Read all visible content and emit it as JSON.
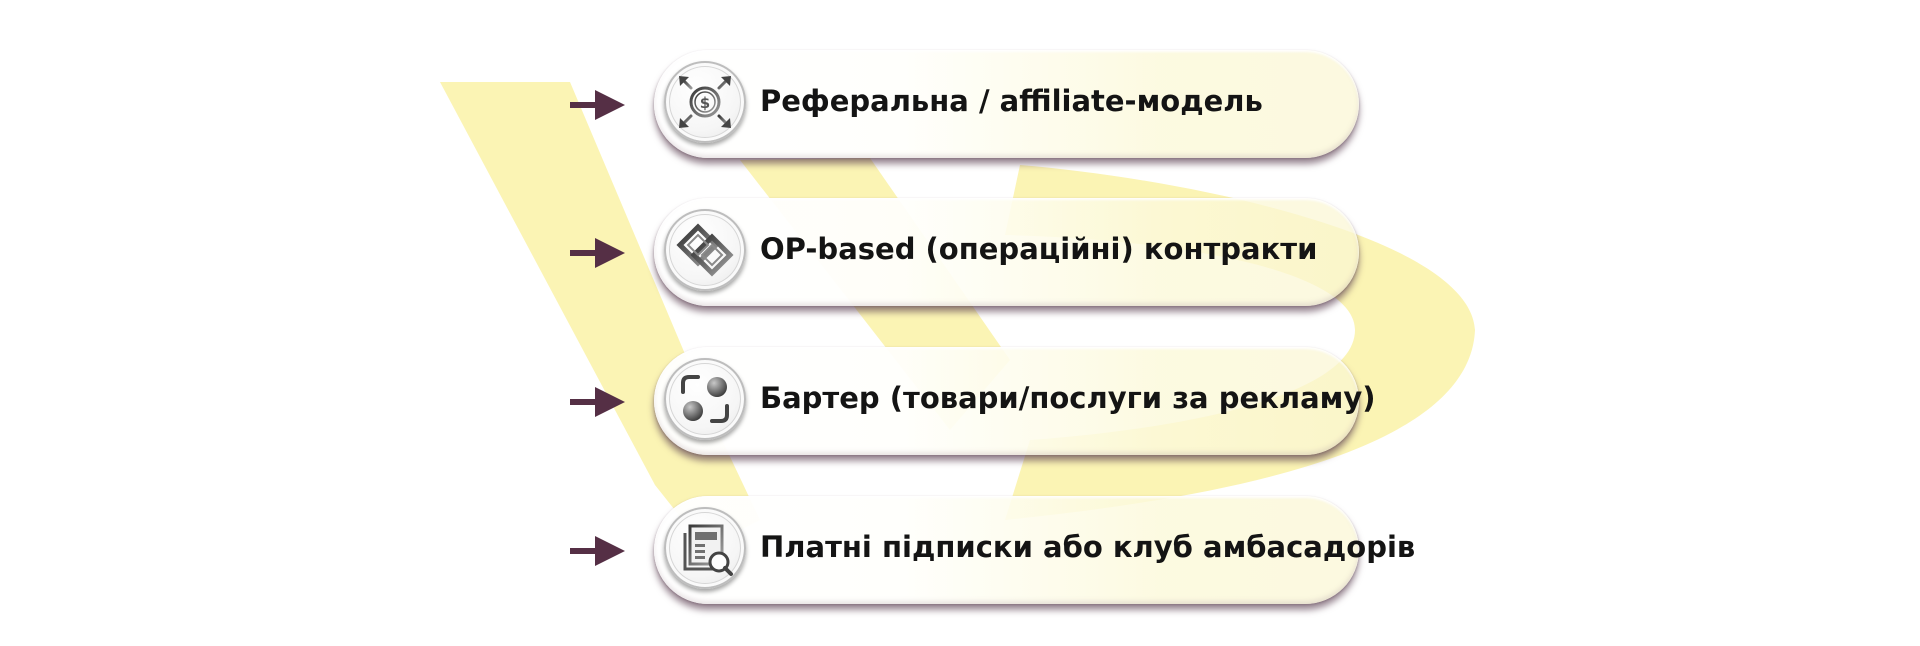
{
  "colors": {
    "arrow": "#552f45",
    "watermark": "#fbf4b4",
    "label_text": "#141414",
    "pill_shadow": "#583c4e"
  },
  "items": [
    {
      "label": "Реферальна / affiliate-модель",
      "icon": "dollar-arrows-icon"
    },
    {
      "label": "OP-based (операційні) контракти",
      "icon": "interlocking-squares-icon"
    },
    {
      "label": "Бартер (товари/послуги за рекламу)",
      "icon": "exchange-icon"
    },
    {
      "label": "Платні підписки або клуб амбасадорів",
      "icon": "document-subscription-icon"
    }
  ]
}
